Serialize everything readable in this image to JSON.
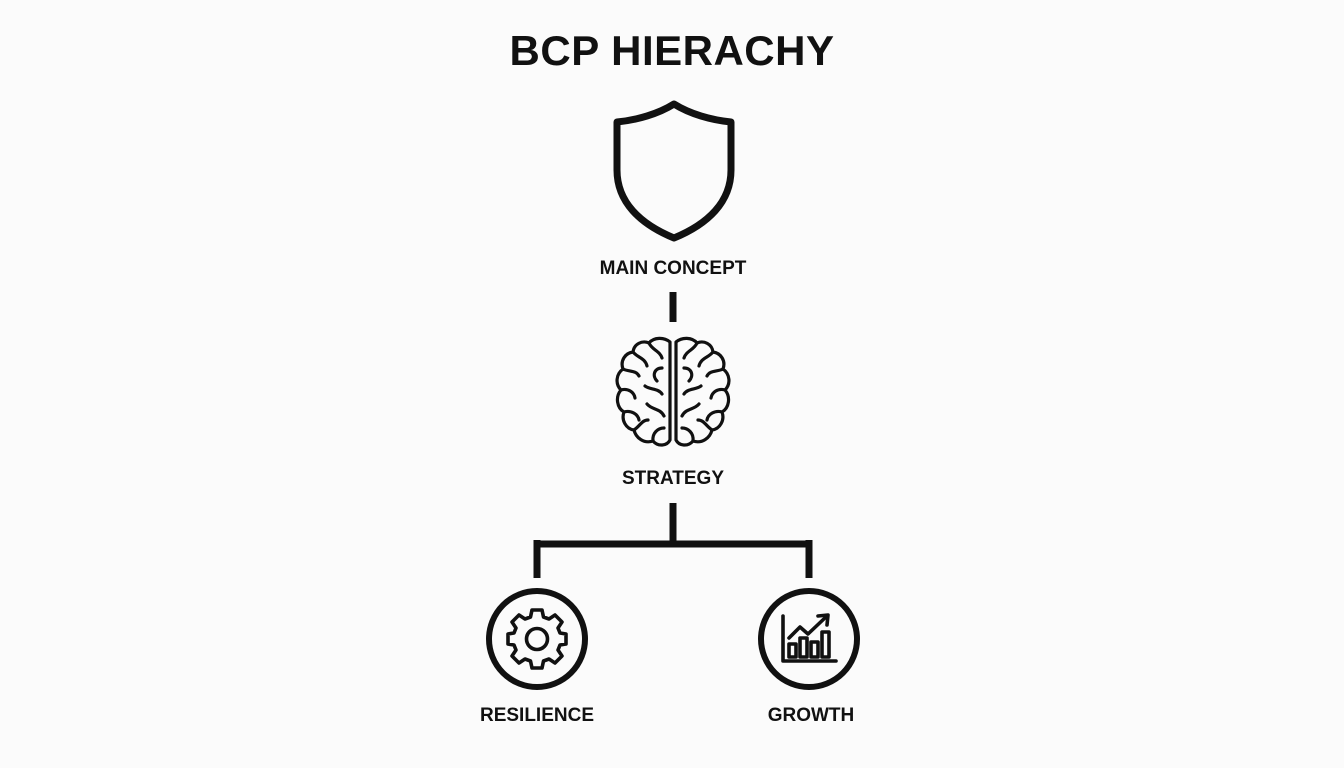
{
  "diagram": {
    "title": "BCP HIERACHY",
    "nodes": [
      {
        "id": "main",
        "label": "MAIN CONCEPT",
        "icon": "shield-icon"
      },
      {
        "id": "strategy",
        "label": "STRATEGY",
        "icon": "brain-icon"
      },
      {
        "id": "resilience",
        "label": "RESILIENCE",
        "icon": "gear-icon"
      },
      {
        "id": "growth",
        "label": "GROWTH",
        "icon": "growth-chart-icon"
      }
    ],
    "edges": [
      {
        "from": "main",
        "to": "strategy"
      },
      {
        "from": "strategy",
        "to": "resilience"
      },
      {
        "from": "strategy",
        "to": "growth"
      }
    ],
    "colors": {
      "stroke": "#111111",
      "background": "#fbfbfb"
    }
  }
}
